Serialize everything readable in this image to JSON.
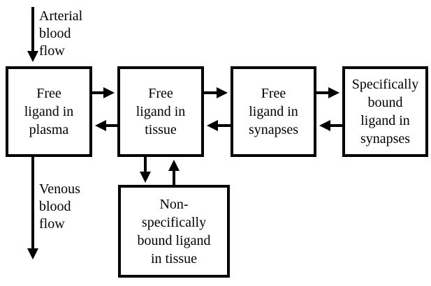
{
  "diagram": {
    "boxes": {
      "plasma": "Free\nligand in\nplasma",
      "tissue": "Free\nligand in\ntissue",
      "synapses": "Free\nligand in\nsynapses",
      "specific": "Specifically\nbound\nligand in\nsynapses",
      "nonspecific": "Non-\nspecifically\nbound ligand\nin tissue"
    },
    "labels": {
      "arterial": "Arterial\nblood\nflow",
      "venous": "Venous\nblood\nflow"
    },
    "colors": {
      "stroke": "#000000",
      "background": "#ffffff"
    }
  }
}
